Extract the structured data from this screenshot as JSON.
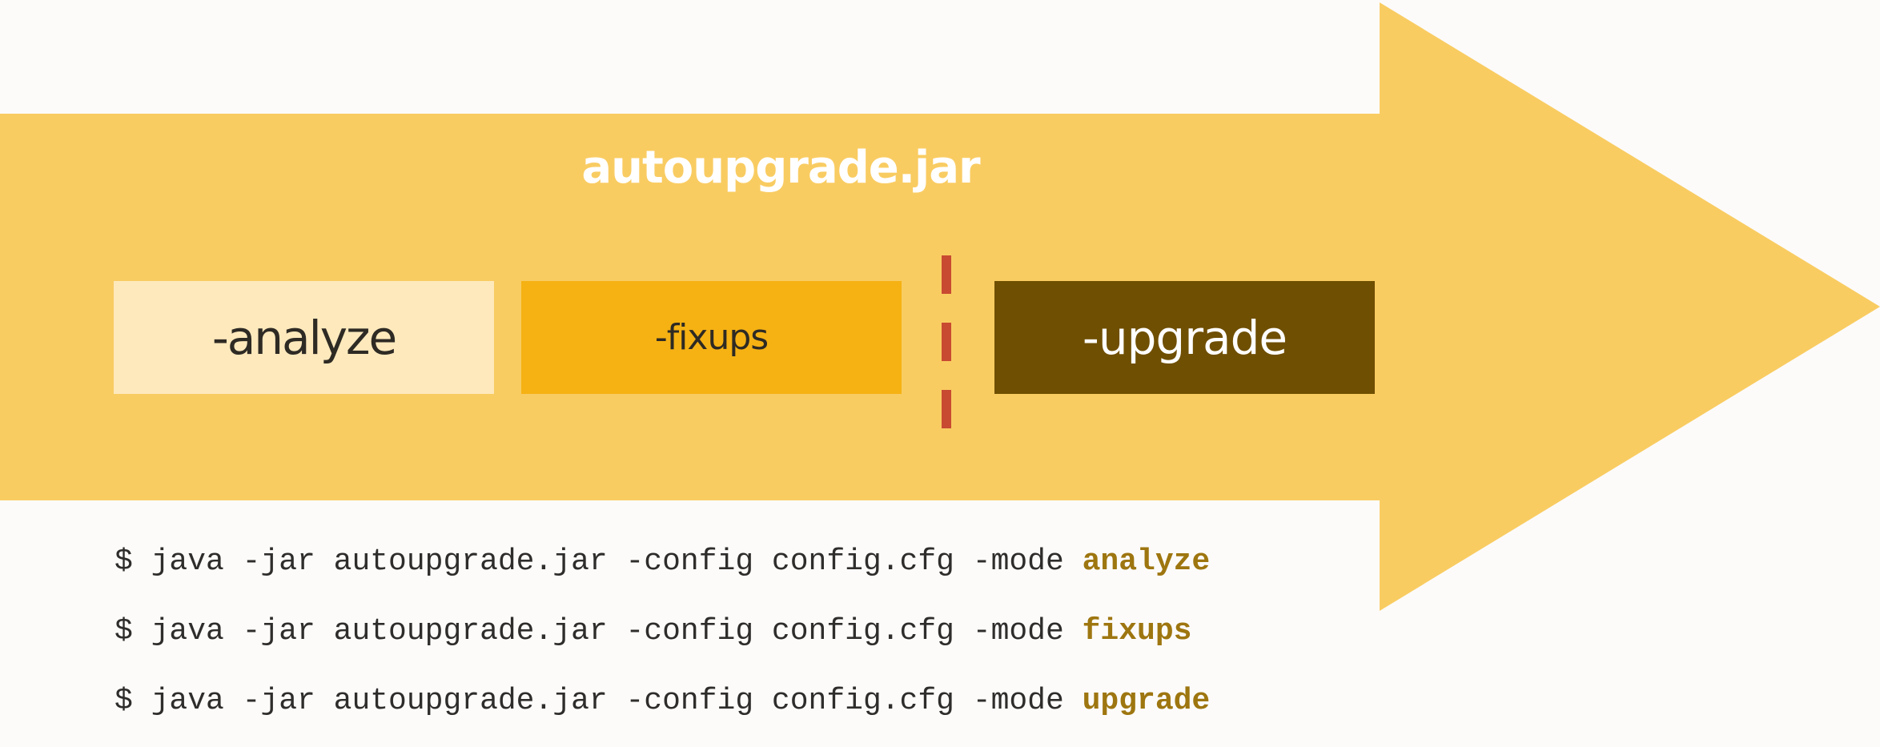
{
  "diagram": {
    "title": "autoupgrade.jar",
    "colors": {
      "arrow": "#f9cc62",
      "analyze_box": "#fde9bc",
      "fixups_box": "#f6b213",
      "upgrade_box": "#6f4f02",
      "divider": "#c84a31",
      "mode_highlight": "#9e7610"
    },
    "stages": [
      {
        "label": "-analyze"
      },
      {
        "label": "-fixups"
      },
      {
        "label": "-upgrade"
      }
    ]
  },
  "commands": [
    {
      "prefix": "$ java -jar autoupgrade.jar -config config.cfg -mode ",
      "mode": "analyze"
    },
    {
      "prefix": "$ java -jar autoupgrade.jar -config config.cfg -mode ",
      "mode": "fixups"
    },
    {
      "prefix": "$ java -jar autoupgrade.jar -config config.cfg -mode ",
      "mode": "upgrade"
    }
  ]
}
